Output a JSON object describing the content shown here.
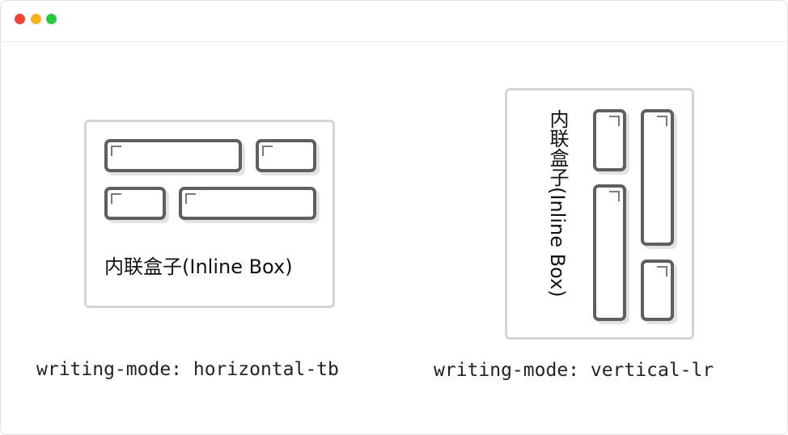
{
  "window": {
    "dots": [
      {
        "name": "close",
        "color": "#e8483a"
      },
      {
        "name": "minimize",
        "color": "#f5b323"
      },
      {
        "name": "maximize",
        "color": "#2ac840"
      }
    ]
  },
  "left": {
    "caption": "内联盒子(Inline Box)",
    "label": "writing-mode: horizontal-tb"
  },
  "right": {
    "caption": "内联盒子(Inline Box)",
    "label": "writing-mode: vertical-lr"
  }
}
